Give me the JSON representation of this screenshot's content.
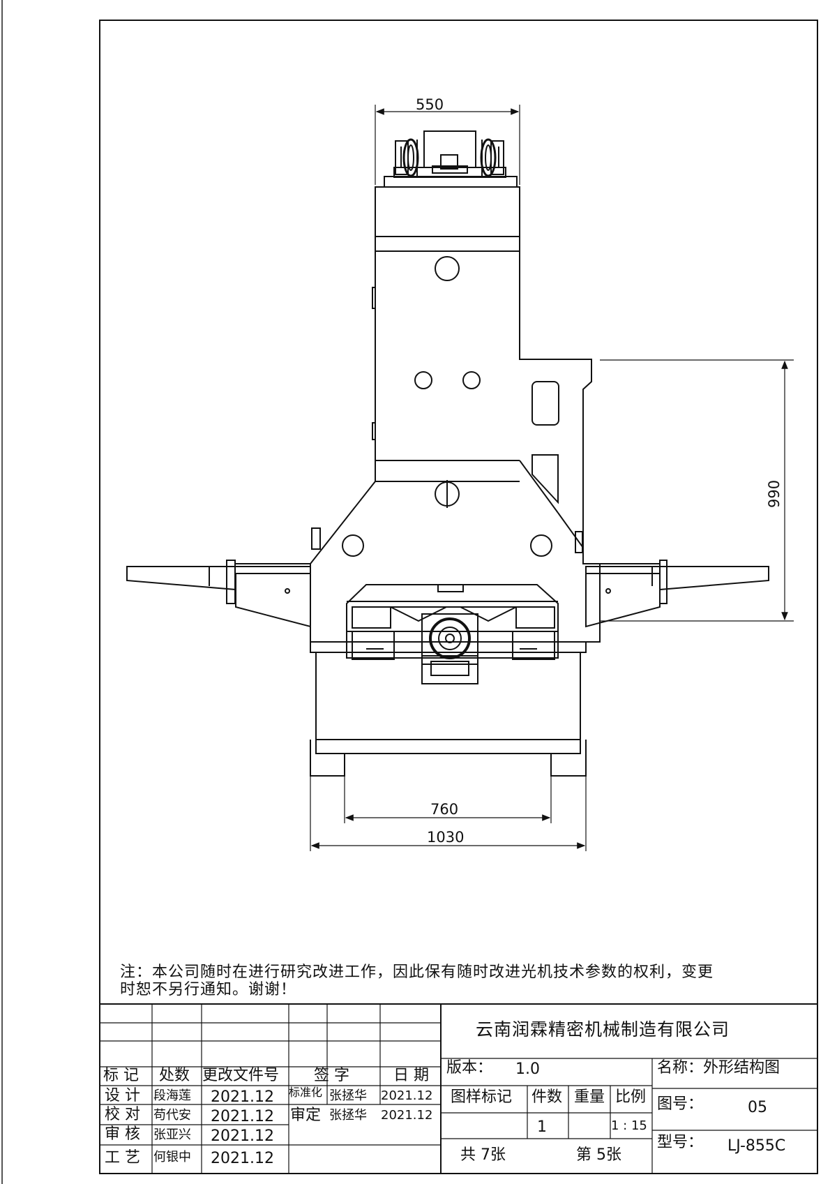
{
  "drawing": {
    "dims": {
      "top": "550",
      "right": "990",
      "bottom_inner": "760",
      "bottom_outer": "1030"
    }
  },
  "note": {
    "line1": "注：本公司随时在进行研究改进工作，因此保有随时改进光机技术参数的权利，变更",
    "line2": "时恕不另行通知。谢谢！"
  },
  "title_block": {
    "headers": {
      "mark": "标 记",
      "count": "处数",
      "doc": "更改文件号",
      "sign": "签 字",
      "date": "日 期"
    },
    "rows": [
      {
        "role": "设 计",
        "name": "段海莲",
        "date": "2021.12"
      },
      {
        "role": "校 对",
        "name": "苟代安",
        "date": "2021.12"
      },
      {
        "role": "审 核",
        "name": "张亚兴",
        "date": "2021.12"
      },
      {
        "role": "工 艺",
        "name": "何银中",
        "date": "2021.12"
      }
    ],
    "standardize": {
      "label": "标准化",
      "name": "张拯华",
      "date": "2021.12"
    },
    "approve": {
      "label": "审定",
      "name": "张拯华",
      "date": "2021.12"
    },
    "company": "云南润霖精密机械制造有限公司",
    "version_label": "版本：",
    "version": "1.0",
    "name_label": "名称：外形结构图",
    "sample_mark": "图样标记",
    "qty_label": "件数",
    "weight_label": "重量",
    "scale_label": "比例",
    "qty": "1",
    "scale": "1 : 15",
    "total_sheets": "共 7张",
    "sheet_no": "第 5张",
    "drawing_no_label": "图号：",
    "drawing_no": "05",
    "model_label": "型号：",
    "model": "LJ-855C"
  }
}
